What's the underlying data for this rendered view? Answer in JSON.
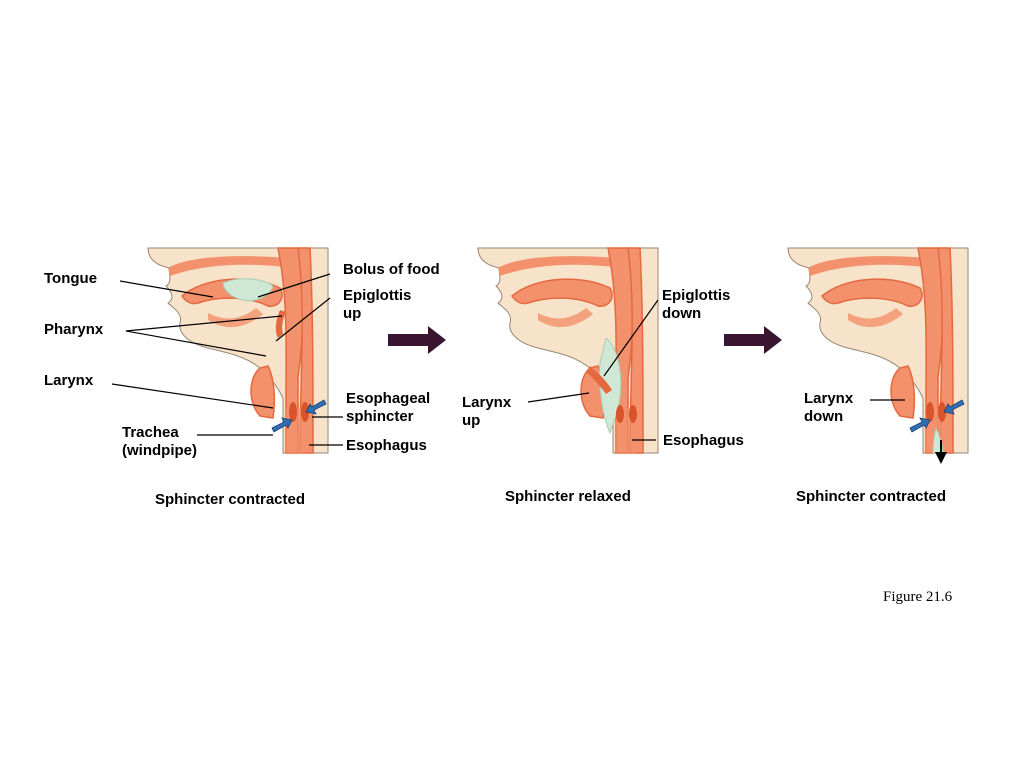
{
  "panels": [
    {
      "caption": "Sphincter contracted",
      "labels": {
        "tongue": "Tongue",
        "bolus": "Bolus of food",
        "epiglottis": "Epiglottis\nup",
        "pharynx": "Pharynx",
        "larynx": "Larynx",
        "esophageal_sphincter": "Esophageal\nsphincter",
        "trachea": "Trachea\n(windpipe)",
        "esophagus": "Esophagus"
      }
    },
    {
      "caption": "Sphincter relaxed",
      "labels": {
        "epiglottis": "Epiglottis\ndown",
        "larynx": "Larynx\nup",
        "esophagus": "Esophagus"
      }
    },
    {
      "caption": "Sphincter contracted",
      "labels": {
        "larynx": "Larynx\ndown"
      }
    }
  ],
  "figure_label": "Figure 21.6",
  "colors": {
    "skin": "#f7e3c9",
    "tissue": "#f2916c",
    "tissue_dark": "#e4693f",
    "bolus": "#cfe8d5",
    "sphincter": "#d9532b",
    "sphincter_arrow": "#2f6fb5",
    "transition_arrow": "#3a1530"
  }
}
